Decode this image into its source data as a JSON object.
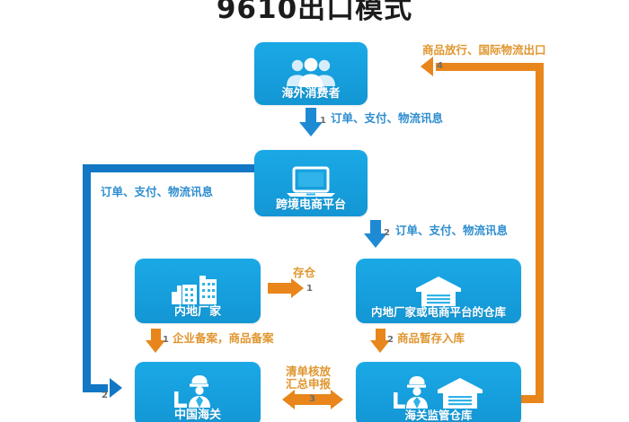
{
  "diagram": {
    "title": "9610出口模式",
    "colors": {
      "node_blue": "#18a3e0",
      "line_blue": "#1277c4",
      "line_orange": "#e8861b",
      "label_blue": "#2f8ed0",
      "label_orange": "#e0962f",
      "background": "#ffffff"
    },
    "nodes": [
      {
        "id": "overseas-consumer",
        "label": "海外消费者",
        "icon": "people-group-icon"
      },
      {
        "id": "cb-platform",
        "label": "跨境电商平台",
        "icon": "laptop-icon"
      },
      {
        "id": "mainland-factory",
        "label": "内地厂家",
        "icon": "factory-buildings-icon"
      },
      {
        "id": "platform-warehouse",
        "label": "内地厂家或电商平台的仓库",
        "icon": "warehouse-icon"
      },
      {
        "id": "china-customs",
        "label": "中国海关",
        "icon": "customs-officer-icon"
      },
      {
        "id": "bonded-warehouse",
        "label": "海关监管仓库",
        "icon": "customs-officer-warehouse-icon"
      }
    ],
    "edges": [
      {
        "id": "consumer-to-platform",
        "number": "1",
        "label": "订单、支付、物流讯息",
        "color": "blue",
        "direction": "down"
      },
      {
        "id": "platform-to-warehouse",
        "number": "2",
        "label": "订单、支付、物流讯息",
        "color": "blue",
        "direction": "down"
      },
      {
        "id": "platform-to-customs",
        "number": "2",
        "label": "订单、支付、物流讯息",
        "color": "blue",
        "direction": "right"
      },
      {
        "id": "factory-to-warehouse",
        "number": "1",
        "label": "存仓",
        "color": "orange",
        "direction": "right"
      },
      {
        "id": "factory-to-customs",
        "number": "1",
        "label": "企业备案，商品备案",
        "color": "orange",
        "direction": "down"
      },
      {
        "id": "warehouse-to-bonded",
        "number": "2",
        "label": "商品暂存入库",
        "color": "orange",
        "direction": "down"
      },
      {
        "id": "customs-bonded-exchange",
        "number": "3",
        "label": "清单核放\n汇总申报",
        "color": "orange",
        "direction": "both"
      },
      {
        "id": "bonded-to-consumer",
        "number": "4",
        "label": "商品放行、国际物流出口",
        "color": "orange",
        "direction": "left"
      }
    ],
    "edge_labels": {
      "order_payment_logistics": "订单、支付、物流讯息",
      "storage": "存仓",
      "enterprise_product_filing": "企业备案，商品备案",
      "goods_temp_storage": "商品暂存入库",
      "list_release_line1": "清单核放",
      "list_release_line2": "汇总申报",
      "goods_release_export": "商品放行、国际物流出口"
    },
    "edge_numbers": {
      "n1": "1",
      "n2": "2",
      "n3": "3",
      "n4": "4"
    }
  }
}
